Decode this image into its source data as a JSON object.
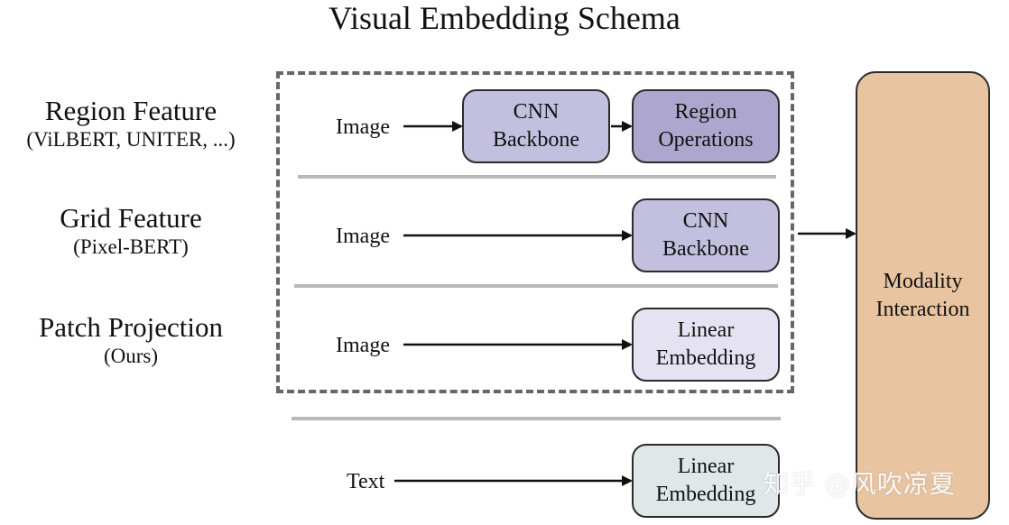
{
  "title": "Visual Embedding Schema",
  "rows": [
    {
      "name": "Region Feature",
      "sub": "(ViLBERT, UNITER, ...)"
    },
    {
      "name": "Grid Feature",
      "sub": "(Pixel-BERT)"
    },
    {
      "name": "Patch Projection",
      "sub": "(Ours)"
    }
  ],
  "inputs": {
    "image": "Image",
    "text": "Text"
  },
  "boxes": {
    "region_cnn": "CNN\nBackbone",
    "region_ops": "Region\nOperations",
    "grid_cnn": "CNN\nBackbone",
    "patch_linear": "Linear\nEmbedding",
    "text_linear": "Linear\nEmbedding",
    "modality": "Modality\nInteraction"
  },
  "colors": {
    "cnn_backbone": "#c3bfdf",
    "region_operations": "#ada7cf",
    "patch_linear": "#e5e3f1",
    "text_linear": "#dfe7e9",
    "modality": "#e8c4a0",
    "dashed_border": "#666666",
    "separator": "#b9b9b9"
  },
  "watermark": "知乎 @风吹凉夏"
}
